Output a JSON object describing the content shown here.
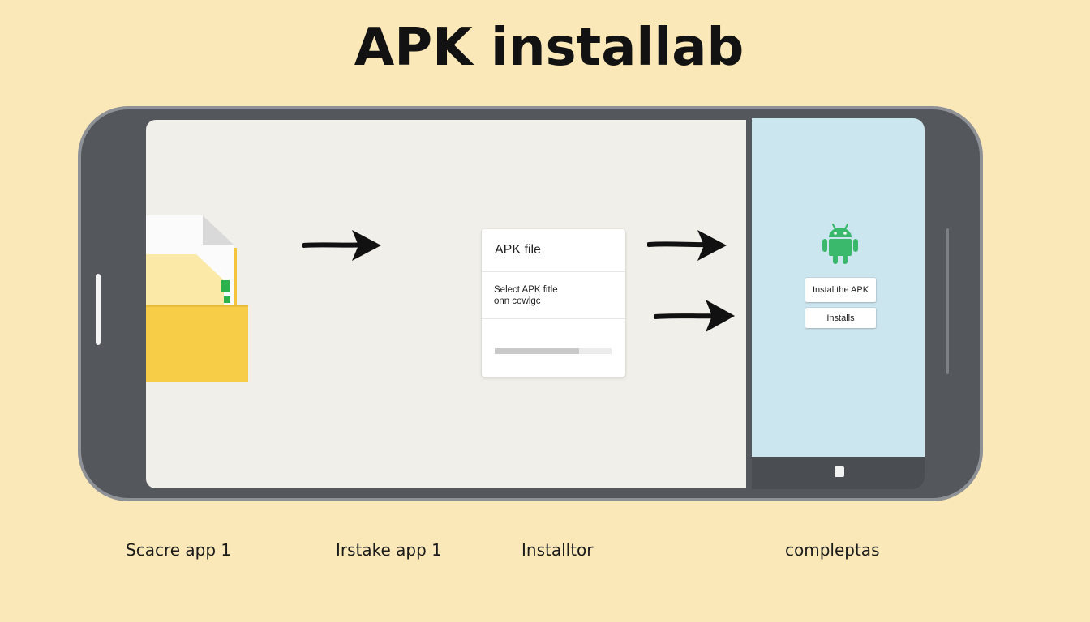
{
  "title": "APK installab",
  "colors": {
    "background": "#fbe8b8",
    "phone_frame": "#54585d",
    "screen_left": "#f1efe9",
    "screen_right": "#cce6ef",
    "folder": "#f7cd48",
    "android_green": "#3ab86b"
  },
  "icons": {
    "folder": "folder-icon",
    "document": "document-icon",
    "android": "android-icon",
    "arrow": "arrow-right-icon",
    "home": "home-key-icon"
  },
  "apk_card": {
    "title": "APK file",
    "body": "Select APK fitle\nonn cowlgc",
    "progress": 0.72
  },
  "install_panel": {
    "install_button": "Instal the APK",
    "installs_button": "Installs"
  },
  "steps": [
    {
      "label": "Scacre app 1"
    },
    {
      "label": "Irstake app 1"
    },
    {
      "label": "Installtor"
    },
    {
      "label": "compleptas"
    }
  ]
}
